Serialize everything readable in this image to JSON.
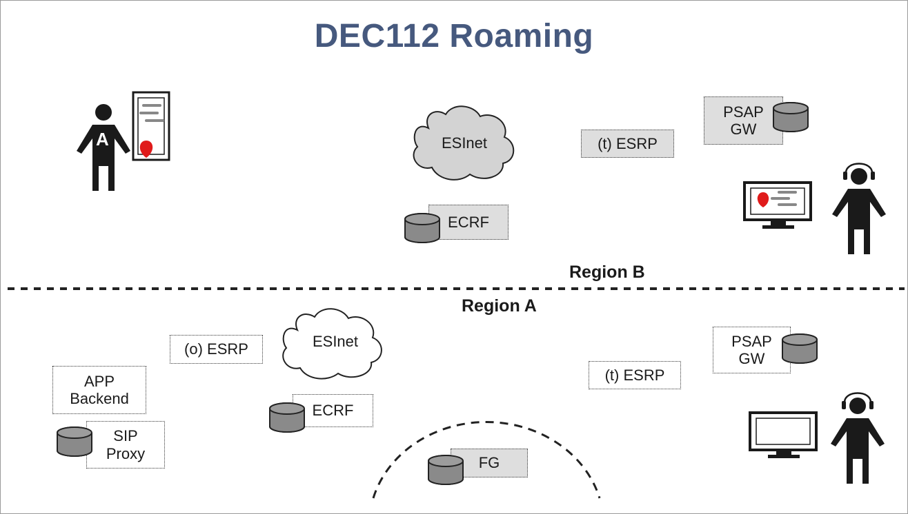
{
  "title": "DEC112 Roaming",
  "colors": {
    "title": "#46597e",
    "shaded_box": "#dedede",
    "database": "#8a8a8a",
    "cloud_gray": "#d3d3d3",
    "accent_red": "#e01b1b"
  },
  "regions": {
    "region_b": "Region B",
    "region_a": "Region A"
  },
  "region_b": {
    "user_letter": "A",
    "esinet": "ESInet",
    "ecrf": "ECRF",
    "t_esrp": "(t) ESRP",
    "psap_gw": "PSAP\nGW"
  },
  "region_a": {
    "esinet": "ESInet",
    "o_esrp": "(o) ESRP",
    "ecrf": "ECRF",
    "t_esrp": "(t) ESRP",
    "psap_gw": "PSAP\nGW",
    "app_backend": "APP\nBackend",
    "sip_proxy": "SIP\nProxy",
    "fg": "FG"
  },
  "icons": [
    "person-icon",
    "phone-app-icon",
    "database-icon",
    "cloud-icon",
    "headset-operator-icon",
    "monitor-icon"
  ]
}
